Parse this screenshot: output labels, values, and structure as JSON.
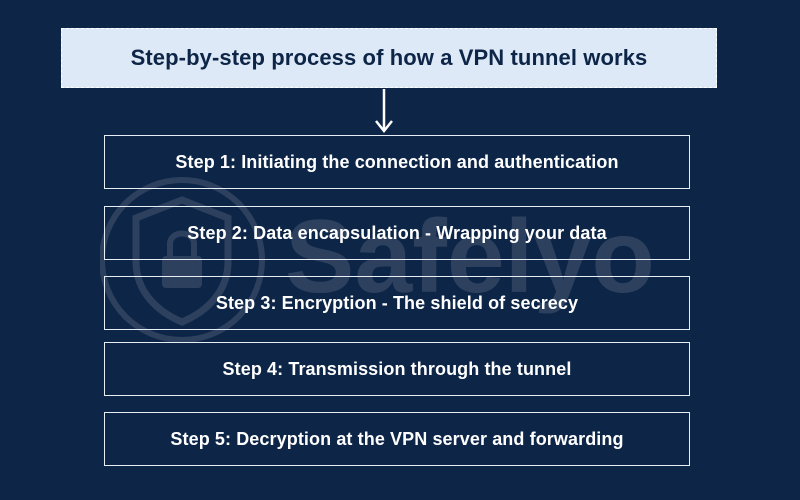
{
  "title": "Step-by-step process of how a VPN tunnel works",
  "steps": [
    {
      "label": "Step 1: Initiating the connection and authentication"
    },
    {
      "label": "Step 2: Data encapsulation - Wrapping your data"
    },
    {
      "label": "Step 3: Encryption - The shield of secrecy"
    },
    {
      "label": "Step 4: Transmission through the tunnel"
    },
    {
      "label": "Step 5: Decryption at the VPN server and forwarding"
    }
  ],
  "watermark": {
    "text": "Safelyo",
    "icon": "shield-lock-icon"
  },
  "colors": {
    "background": "#0d2547",
    "title_box": "#dde9f6",
    "title_text": "#0d2547",
    "step_border": "#e8eef6",
    "step_text": "#ffffff",
    "arrow": "#ffffff"
  }
}
